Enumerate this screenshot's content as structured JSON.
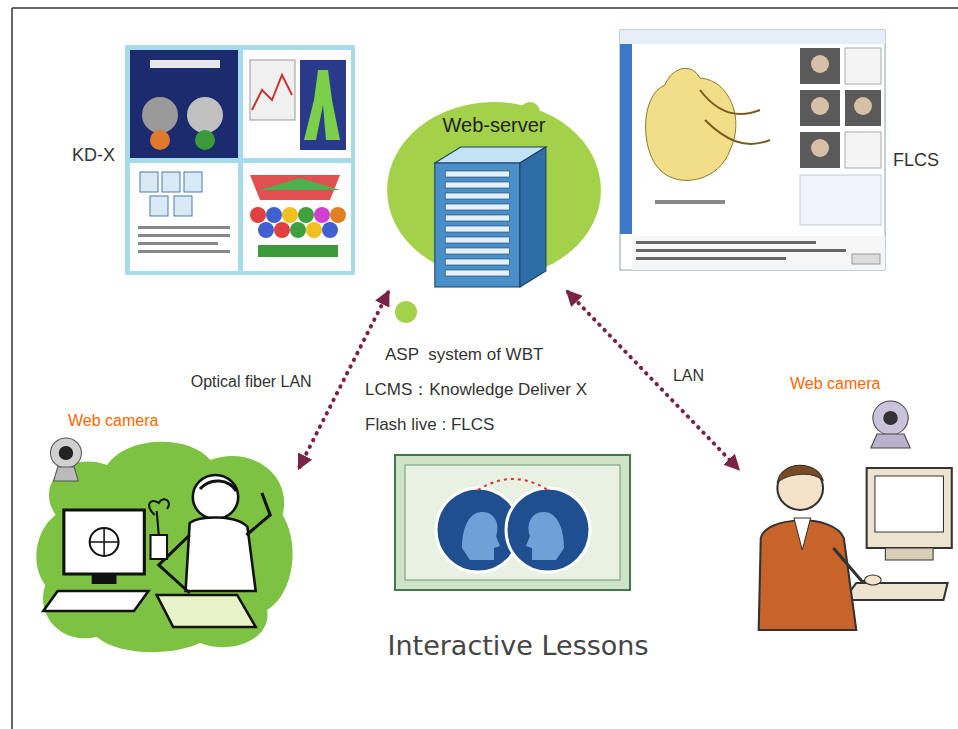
{
  "diagram": {
    "nodes": [
      {
        "text": [
          "Web-server"
        ]
      },
      {
        "text": [
          "Web camera"
        ]
      },
      {
        "text": [
          "Web camera"
        ]
      }
    ],
    "edges": [
      {
        "from": 0,
        "to": 1,
        "arrow": "both",
        "label": "Optical fiber LAN"
      },
      {
        "from": 0,
        "to": 2,
        "arrow": "both",
        "label": "LAN"
      }
    ],
    "labels": [
      "KD-X",
      "FLCS",
      "ASP  system of WBT",
      "LCMS：Knowledge Deliver X",
      "Flash live : FLCS",
      "Interactive Lessons"
    ]
  }
}
